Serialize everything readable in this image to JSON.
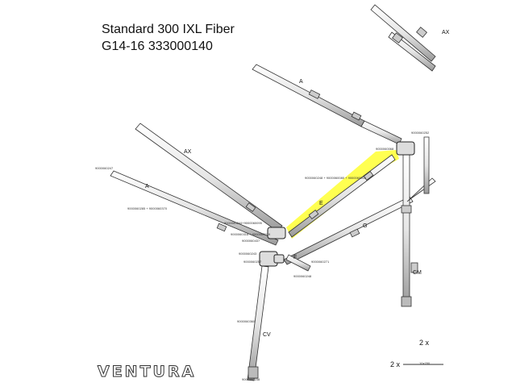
{
  "title": {
    "line1": "Standard 300 IXL Fiber",
    "line2": "G14-16 333000140"
  },
  "brand": "VENTURA",
  "highlight_color": "#ffff33",
  "tube_labels": {
    "a_top": "A",
    "a_left": "A",
    "ax_left": "AX",
    "ax_top_right": "AX",
    "e": "E",
    "f": "F",
    "g": "G",
    "cm": "CM",
    "cv": "CV"
  },
  "quantities": {
    "q1": "2 x",
    "q2": "2 x"
  },
  "part_numbers": {
    "p1": "9000060252",
    "p2": "9000060068",
    "p3": "9000060248 + 9000060080 + 9000060265",
    "p4": "9000060285 + 9000060370",
    "p5": "9000060247",
    "p6": "9000060244+9000060095",
    "p7": "9000060318 + 9000060239",
    "p8": "9000060437",
    "p9": "9000060243",
    "p10": "9000060257",
    "p11": "9000060271",
    "p12": "9000060248",
    "p13": "9000060365",
    "p14": "9000060238",
    "p15": "10x780"
  }
}
